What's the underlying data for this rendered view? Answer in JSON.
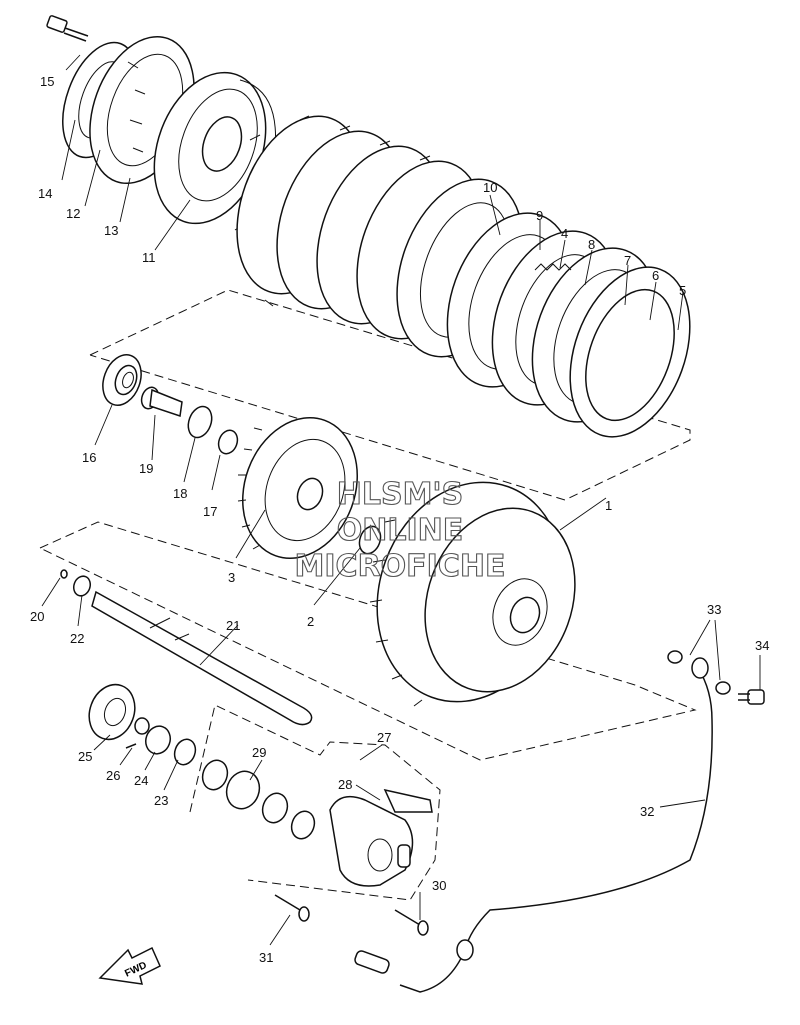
{
  "watermark": [
    "HLSM'S",
    "ONLINE",
    "MICROFICHE"
  ],
  "direction_badge": "FWD",
  "callouts": [
    "1",
    "2",
    "3",
    "4",
    "5",
    "6",
    "7",
    "8",
    "9",
    "10",
    "11",
    "12",
    "13",
    "14",
    "15",
    "16",
    "17",
    "18",
    "19",
    "20",
    "21",
    "22",
    "23",
    "24",
    "25",
    "26",
    "27",
    "28",
    "29",
    "30",
    "31",
    "32",
    "33",
    "34"
  ]
}
